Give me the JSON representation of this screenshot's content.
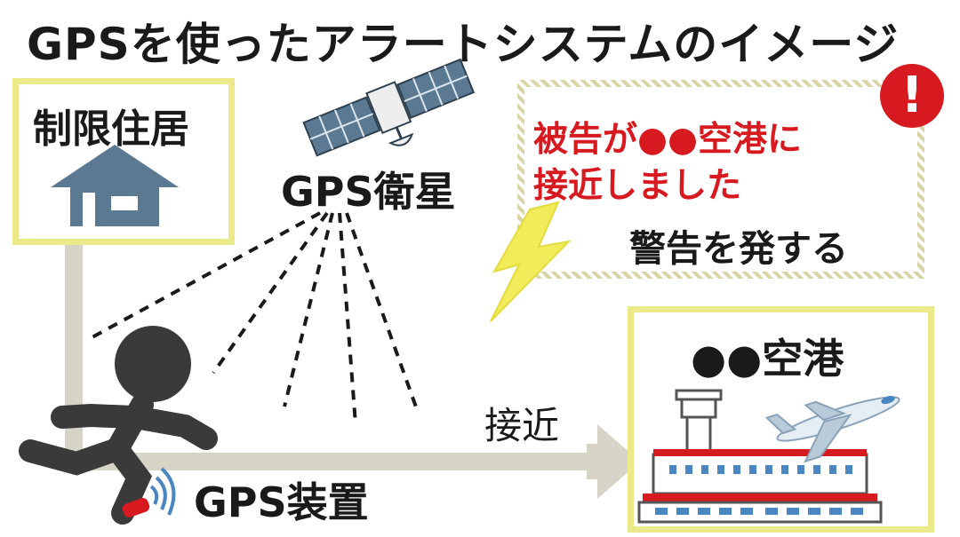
{
  "title": "GPSを使ったアラートシステムのイメージ",
  "home": {
    "label": "制限住居"
  },
  "satellite": {
    "label": "GPS衛星"
  },
  "alert": {
    "line1": "被告が●●空港に",
    "line2": "接近しました",
    "sub": "警告を発する"
  },
  "airport": {
    "label": "●●空港"
  },
  "approach": {
    "label": "接近"
  },
  "device": {
    "label": "GPS装置"
  },
  "colors": {
    "frame_yellow": "#ece98a",
    "alert_red": "#d71920",
    "house_blue": "#5b7a92",
    "figure_gray": "#3a3a3a",
    "path_gray": "#d6d3c7",
    "signal_blue": "#4a86c0",
    "building_blue": "#4a86c0"
  }
}
